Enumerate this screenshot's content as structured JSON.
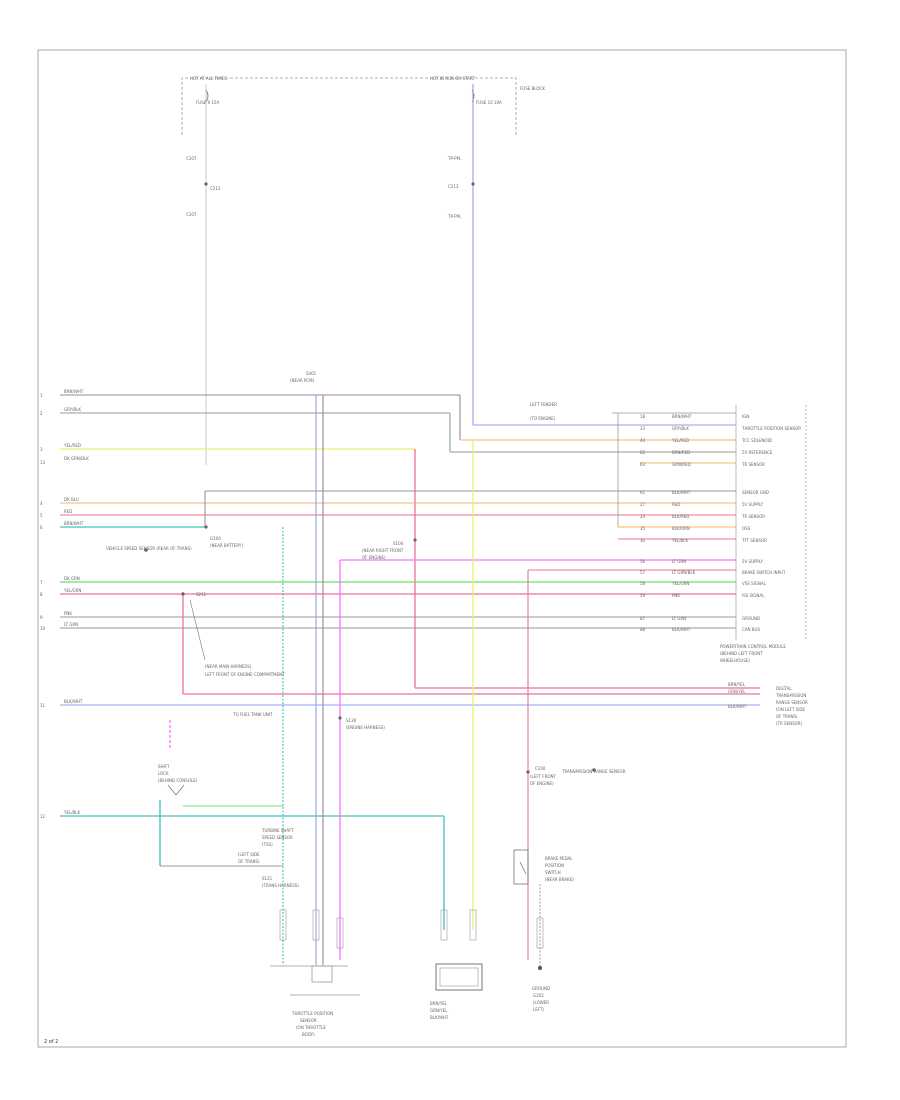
{
  "page_number": "2 of 2",
  "fuse_boxes": {
    "left_title": "HOT AT ALL TIMES",
    "left_fuse": "FUSE 9 15A",
    "right_title": "HOT IN RUN OR START",
    "right_fuse": "FUSE 10 10A",
    "right_side_label": "FUSE BLOCK"
  },
  "left_stack": [
    "C107",
    "C213",
    "C107"
  ],
  "right_stack": [
    "TP-PPL",
    "C213",
    "TP-PPL"
  ],
  "splice_top": "S401",
  "splice_top_sub": "(NEAR PCM)",
  "left_wires": [
    {
      "pin": "1",
      "code": "BRN/WHT"
    },
    {
      "pin": "2",
      "code": "GRY/BLK"
    },
    {
      "pin": "3",
      "code": "YEL/RED"
    },
    {
      "pin": "4",
      "code": "DK BLU"
    },
    {
      "pin": "5",
      "code": "RED"
    },
    {
      "pin": "6",
      "code": "BRN/WHT"
    },
    {
      "pin": "7",
      "code": "DK GRN"
    },
    {
      "pin": "8",
      "code": "YEL/GRN"
    },
    {
      "pin": "9",
      "code": "PNK"
    },
    {
      "pin": "10",
      "code": "LT GRN"
    },
    {
      "pin": "11",
      "code": "BLK/WHT"
    },
    {
      "pin": "12",
      "code": "YEL/BLK"
    },
    {
      "pin": "13",
      "code": "DK GRN/BLK"
    }
  ],
  "pcm": {
    "title": "POWERTRAIN CONTROL MODULE",
    "sub1": "(BEHIND LEFT FRONT",
    "sub2": "WHEELHOUSE)",
    "conn_label": "LEFT FENDER",
    "conn_sub": "(TO ENGINE)",
    "pins": [
      {
        "pin": "18",
        "wire": "BRN/WHT",
        "func": "IGN"
      },
      {
        "pin": "33",
        "wire": "GRY/BLK",
        "func": "THROTTLE POSITION SENSOR"
      },
      {
        "pin": "44",
        "wire": "YEL/RED",
        "func": "TCC SOLENOID"
      },
      {
        "pin": "62",
        "wire": "BRN/RED",
        "func": "5V REFERENCE"
      },
      {
        "pin": "63",
        "wire": "GRN/RED",
        "func": "TR SENSOR"
      },
      {
        "pin": "61",
        "wire": "BLK/WHT",
        "func": "SENSOR GND"
      },
      {
        "pin": "27",
        "wire": "RED",
        "func": "5V SUPPLY"
      },
      {
        "pin": "24",
        "wire": "BLK/RED",
        "func": "TR SENSOR"
      },
      {
        "pin": "35",
        "wire": "BLK/ORN",
        "func": "OSS"
      },
      {
        "pin": "30",
        "wire": "YEL/BLK",
        "func": "TFT SENSOR"
      },
      {
        "pin": "56",
        "wire": "LT GRN",
        "func": "5V SUPPLY"
      },
      {
        "pin": "57",
        "wire": "LT GRN/BLK",
        "func": "BRAKE SWITCH INPUT"
      },
      {
        "pin": "58",
        "wire": "YEL/GRN",
        "func": "VSS SIGNAL"
      },
      {
        "pin": "59",
        "wire": "PNK",
        "func": "ISS SIGNAL"
      },
      {
        "pin": "87",
        "wire": "LT GRN",
        "func": "GROUND"
      },
      {
        "pin": "88",
        "wire": "BLK/WHT",
        "func": "CAN BUS"
      }
    ]
  },
  "labels": {
    "speed_sensor": "VEHICLE SPEED SENSOR (REAR OF TRANS)",
    "g1": "G100",
    "g1_sub": "(NEAR BATTERY)",
    "splice_mid": "S211",
    "splice_mid_sub": "(NEAR MAIN HARNESS)",
    "vss_note": "LEFT FRONT OF ENGINE COMPARTMENT",
    "s100": "S100",
    "s100_sub1": "(NEAR RIGHT FRONT",
    "s100_sub2": "OF ENGINE)",
    "s130": "S130",
    "s130_sub": "(ENGINE HARNESS)",
    "tr_sensor": "TRANSMISSION RANGE SENSOR",
    "fuel_note": "TO FUEL TANK UNIT",
    "shift_lock1": "SHIFT",
    "shift_lock2": "LOCK",
    "shift_lock3": "(BEHIND CONSOLE)",
    "right_sensor1": "DIGITAL",
    "right_sensor2": "TRANSMISSION",
    "right_sensor3": "RANGE SENSOR",
    "right_sensor4": "(ON LEFT SIDE",
    "right_sensor5": "OF TRANS)",
    "right_sensor6": "(TR SENSOR)",
    "brake_sw1": "BRAKE PEDAL",
    "brake_sw2": "POSITION",
    "brake_sw3": "SWITCH",
    "brake_sw4": "(NEAR BRAKE)",
    "ground": "GROUND",
    "ground_sub": "G202",
    "ground_sub2": "(LOWER",
    "ground_sub3": "LEFT)",
    "tp_sensor1": "THROTTLE POSITION",
    "tp_sensor2": "SENSOR",
    "tp_sensor3": "(ON THROTTLE",
    "tp_sensor4": "BODY)",
    "rr_sensor1": "TURBINE SHAFT",
    "rr_sensor2": "SPEED SENSOR",
    "rr_sensor3": "(TSS)",
    "rr_sensor4": "(LEFT SIDE",
    "rr_sensor5": "OF TRANS)",
    "s121": "S121",
    "s121_sub": "(TRANS HARNESS)",
    "mid_note1": "C100",
    "mid_note2": "(LEFT FRONT",
    "mid_note3": "OF ENGINE)",
    "tr_wires": [
      "BRN/YEL",
      "GRN/YEL",
      "BLK/WHT"
    ]
  },
  "colors": {
    "blue": "#8f9ff0",
    "purple": "#a080a0",
    "gray": "#999999",
    "yellow": "#eeee70",
    "orange": "#f0b860",
    "red": "#f07090",
    "cyan": "#40c0c0",
    "green": "#70dd70",
    "pink": "#ff70ff",
    "frame": "#aaaaaa"
  }
}
